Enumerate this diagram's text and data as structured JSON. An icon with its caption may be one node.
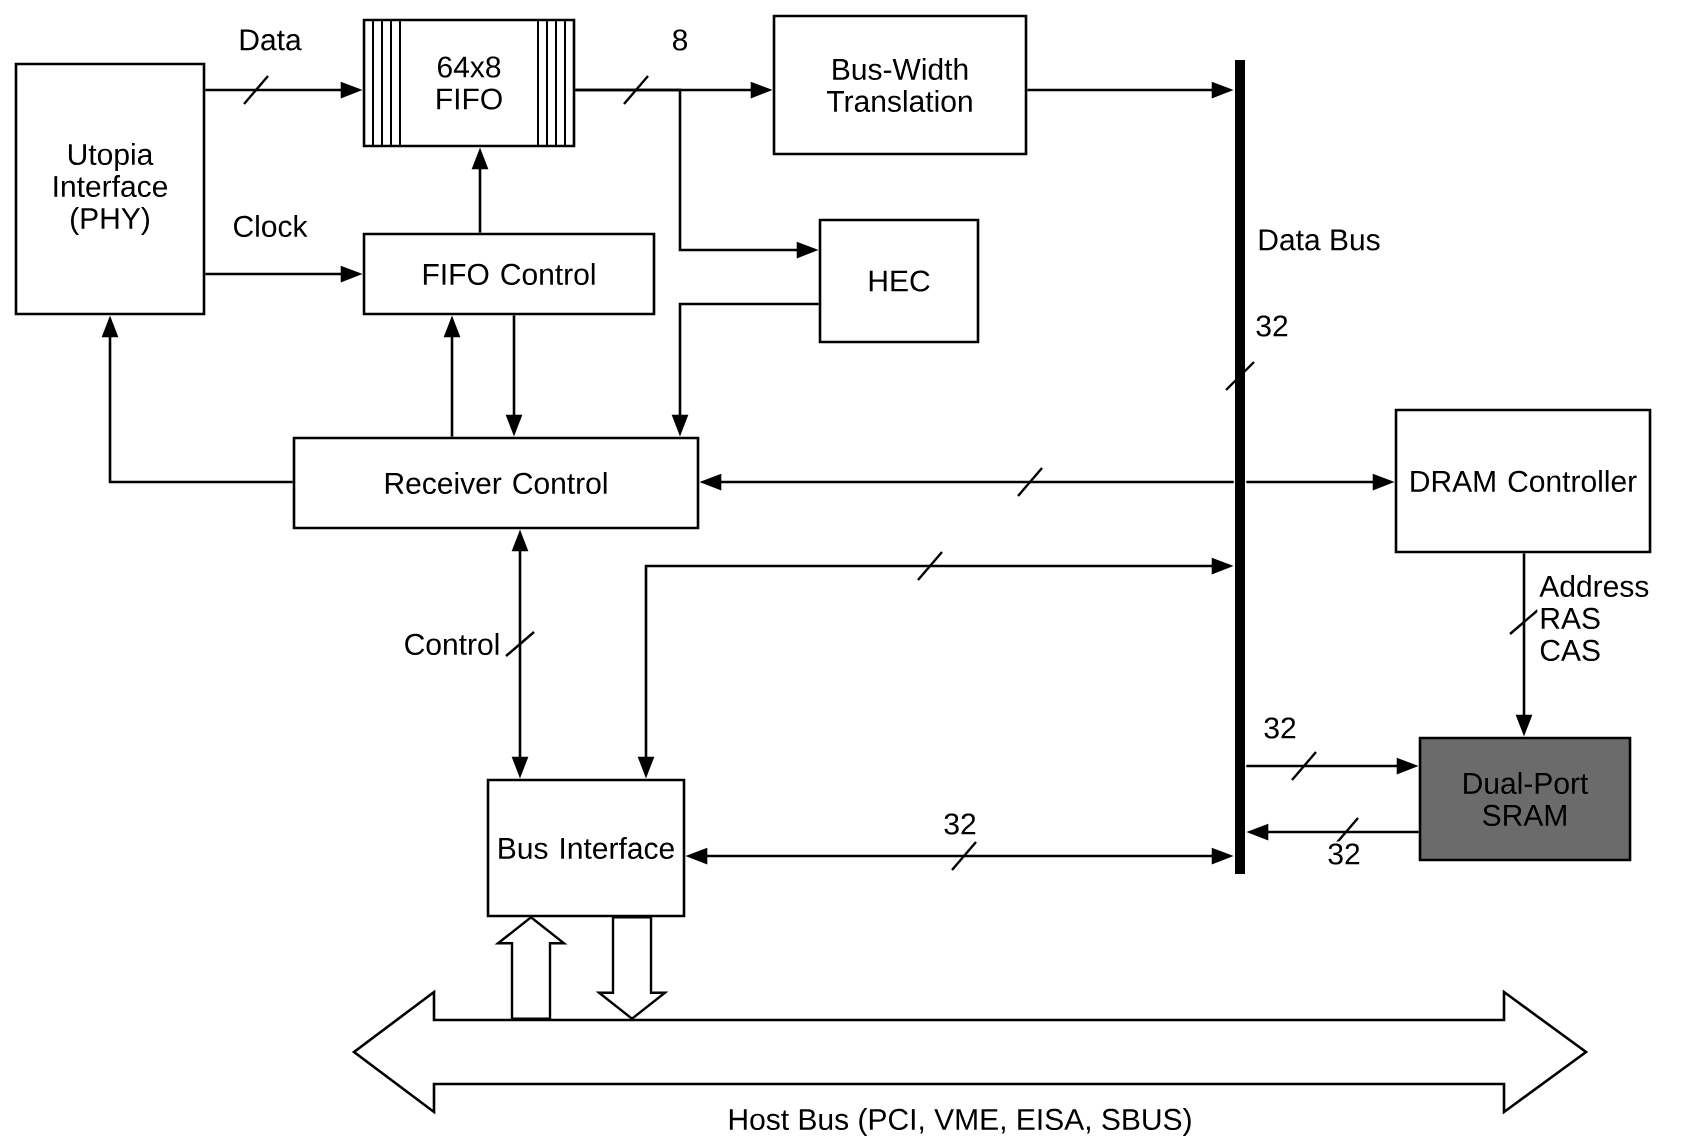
{
  "diagram": {
    "nodes": [
      {
        "text": [
          "Utopia Interface (PHY)"
        ]
      },
      {
        "text": [
          "64x8 FIFO"
        ]
      },
      {
        "text": [
          "Bus-Width Translation"
        ]
      },
      {
        "text": [
          "FIFO Control"
        ]
      },
      {
        "text": [
          "HEC"
        ]
      },
      {
        "text": [
          "Receiver Control"
        ]
      },
      {
        "text": [],
        "shape": "bar",
        "beside": [
          "Data Bus"
        ]
      },
      {
        "text": [
          "DRAM Controller"
        ]
      },
      {
        "text": [
          "Bus Interface"
        ]
      },
      {
        "text": [
          "Dual-Port SRAM"
        ]
      },
      {
        "text": [
          "Host Bus (PCI, VME, EISA, SBUS)"
        ]
      }
    ],
    "edges": [
      {
        "from": 0,
        "to": 1,
        "arrow": "to",
        "label": "Data"
      },
      {
        "from": 0,
        "to": 3,
        "arrow": "to",
        "label": "Clock"
      },
      {
        "from": 1,
        "to": 2,
        "arrow": "to",
        "label": "8"
      },
      {
        "from": 1,
        "to": 4,
        "arrow": "to"
      },
      {
        "from": 3,
        "to": 1,
        "arrow": "to"
      },
      {
        "from": 5,
        "to": 3,
        "arrow": "to"
      },
      {
        "from": 3,
        "to": 5,
        "arrow": "to"
      },
      {
        "from": 4,
        "to": 5,
        "arrow": "to"
      },
      {
        "from": 5,
        "to": 0,
        "arrow": "to"
      },
      {
        "from": 2,
        "to": 6,
        "arrow": "to"
      },
      {
        "from": 6,
        "to": 5,
        "arrow": "to"
      },
      {
        "from": 6,
        "to": 7,
        "arrow": "to"
      },
      {
        "from": 6,
        "to": 8,
        "arrow": "both"
      },
      {
        "from": 5,
        "to": 8,
        "arrow": "both",
        "label": "Control"
      },
      {
        "from": 8,
        "to": 6,
        "arrow": "both",
        "label": "32"
      },
      {
        "from": 6,
        "to": 9,
        "arrow": "to",
        "label": "32"
      },
      {
        "from": 9,
        "to": 6,
        "arrow": "to",
        "label": "32"
      },
      {
        "from": 7,
        "to": 9,
        "arrow": "to",
        "label": "Address RAS CAS"
      },
      {
        "from": 10,
        "to": 8,
        "arrow": "to",
        "style": "thick"
      },
      {
        "from": 8,
        "to": 10,
        "arrow": "to",
        "style": "thick"
      }
    ],
    "labels": [
      "32"
    ]
  }
}
